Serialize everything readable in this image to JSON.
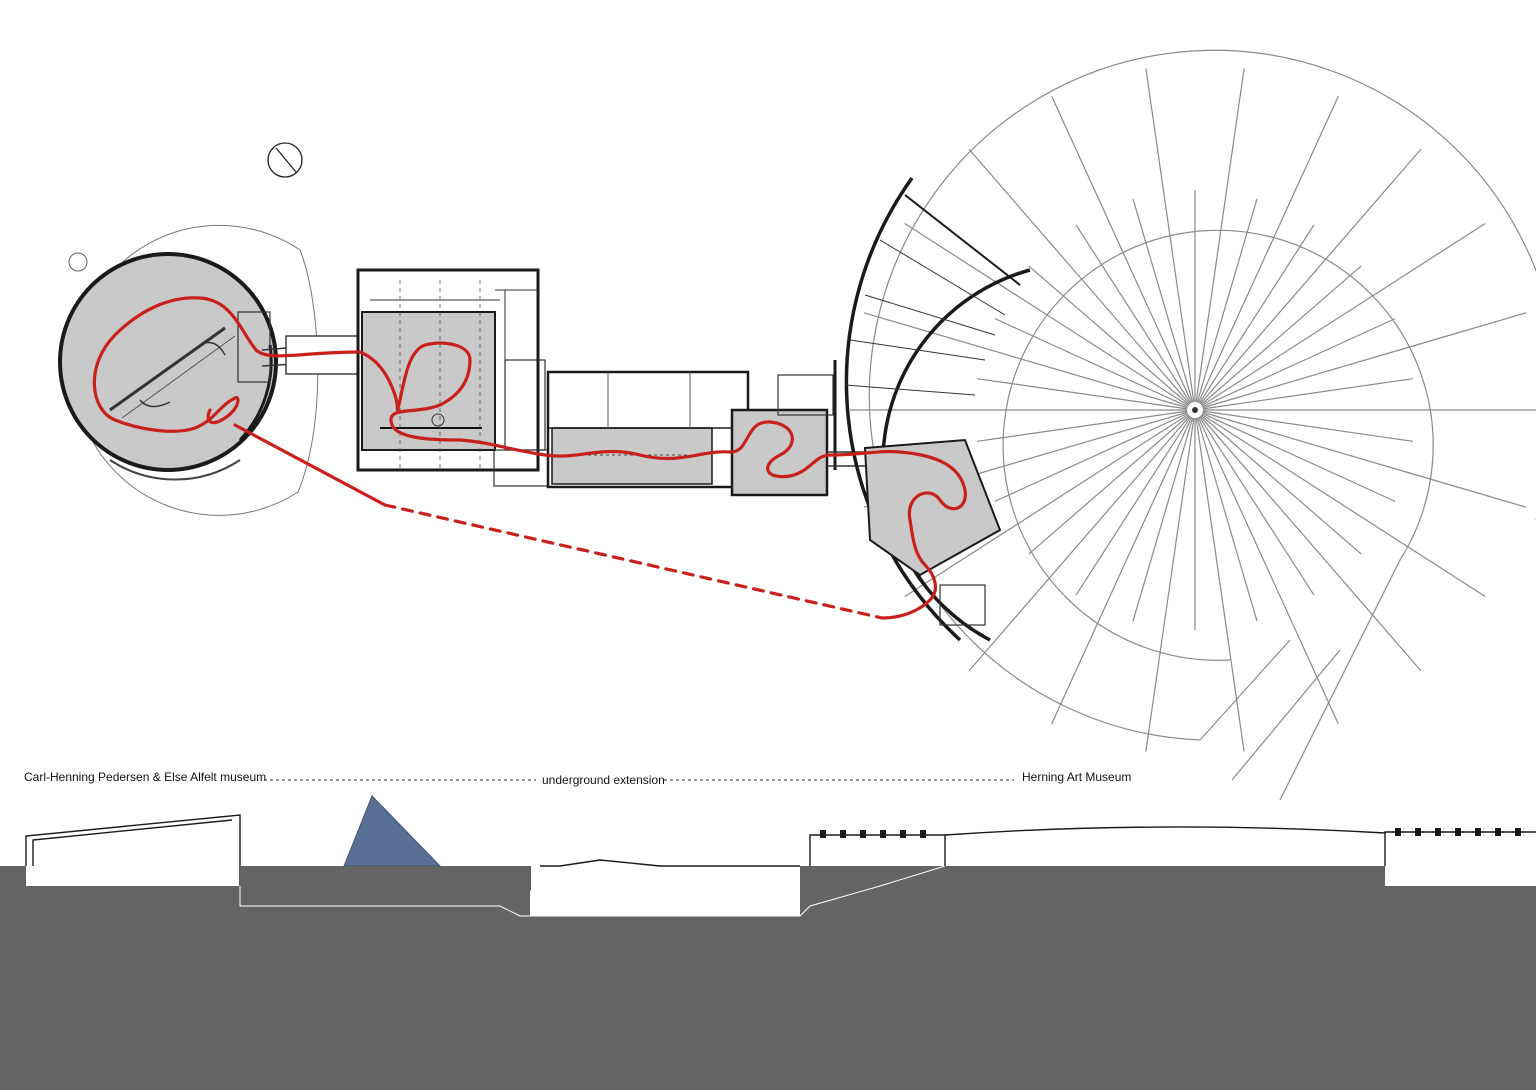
{
  "labels": {
    "left_museum": "Carl-Henning Pedersen & Else Alfelt museum",
    "extension": "underground extension",
    "right_museum": "Herning Art Museum"
  },
  "colors": {
    "route": "#c8211b",
    "wall": "#1a1a1a",
    "room_fill": "#c9c9c9",
    "ground": "#646464",
    "line": "#8a8a8a"
  },
  "icons": {
    "north_arrow": "north-arrow-icon"
  }
}
